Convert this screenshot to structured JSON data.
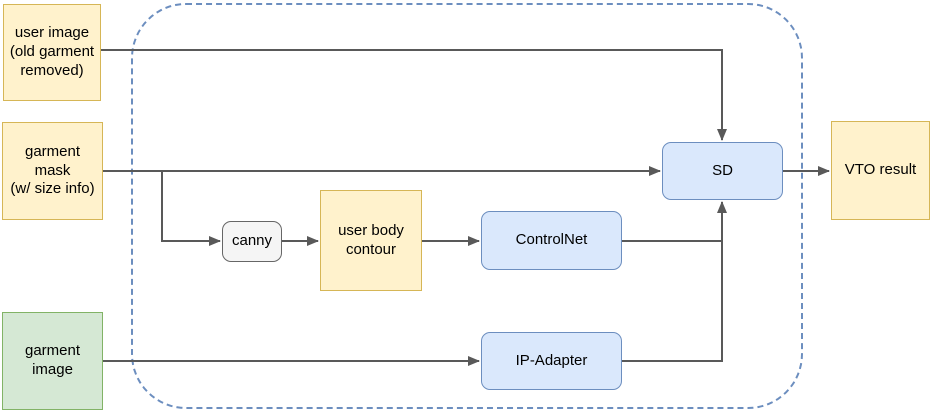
{
  "diagram": {
    "type": "flowchart",
    "nodes": {
      "user_image": {
        "label": "user image\n(old garment\nremoved)",
        "style": "yellow"
      },
      "garment_mask": {
        "label": "garment\nmask\n(w/ size info)",
        "style": "yellow"
      },
      "garment_image": {
        "label": "garment\nimage",
        "style": "green"
      },
      "canny": {
        "label": "canny",
        "style": "gray-rounded"
      },
      "user_body_contour": {
        "label": "user body\ncontour",
        "style": "yellow"
      },
      "controlnet": {
        "label": "ControlNet",
        "style": "blue-rounded"
      },
      "ip_adapter": {
        "label": "IP-Adapter",
        "style": "blue-rounded"
      },
      "sd": {
        "label": "SD",
        "style": "blue-rounded"
      },
      "vto_result": {
        "label": "VTO result",
        "style": "yellow"
      }
    },
    "edges": [
      {
        "from": "user image (old garment removed)",
        "to": "SD",
        "enters": "top"
      },
      {
        "from": "garment mask (w/ size info)",
        "to": "SD",
        "enters": "left"
      },
      {
        "from": "garment mask (w/ size info)",
        "to": "canny",
        "enters": "left"
      },
      {
        "from": "canny",
        "to": "user body contour",
        "enters": "left"
      },
      {
        "from": "user body contour",
        "to": "ControlNet",
        "enters": "left"
      },
      {
        "from": "ControlNet",
        "to": "SD",
        "enters": "bottom"
      },
      {
        "from": "garment image",
        "to": "IP-Adapter",
        "enters": "left"
      },
      {
        "from": "IP-Adapter",
        "to": "SD",
        "enters": "bottom"
      },
      {
        "from": "SD",
        "to": "VTO result",
        "enters": "left"
      }
    ],
    "dashed_container": {
      "style": "rounded dashed",
      "color": "#6c8ebf"
    },
    "colors": {
      "yellow_fill": "#fff2cc",
      "yellow_border": "#d6b656",
      "green_fill": "#d5e8d4",
      "green_border": "#82b366",
      "blue_fill": "#dae8fc",
      "blue_border": "#6c8ebf",
      "gray_fill": "#f5f5f5",
      "gray_border": "#666666",
      "connector": "#595959",
      "text": "#000000",
      "background": "#ffffff"
    }
  }
}
